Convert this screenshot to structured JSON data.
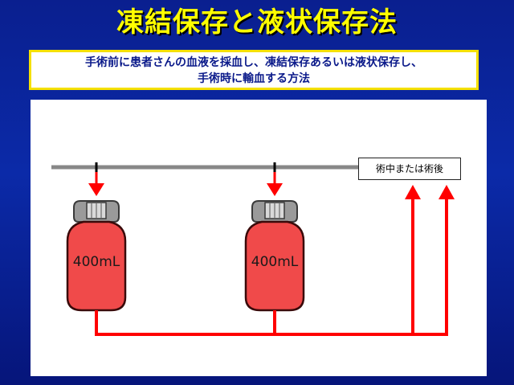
{
  "slide": {
    "title": "凍結保存と液状保存法",
    "summary_lines": [
      "手術前に患者さんの血液を採血し、凍結保存あるいは液状保存し、",
      "手術時に輸血する方法"
    ]
  },
  "diagram": {
    "timing_label": "術中または術後",
    "bags": [
      {
        "volume_label": "400mL"
      },
      {
        "volume_label": "400mL"
      }
    ],
    "colors": {
      "blood": "#f04a4a",
      "blood_outline": "#3a0a0a",
      "flow": "#ff0000",
      "timeline": "#888888",
      "title": "#ffff00",
      "background": "#0b2aa8"
    }
  }
}
